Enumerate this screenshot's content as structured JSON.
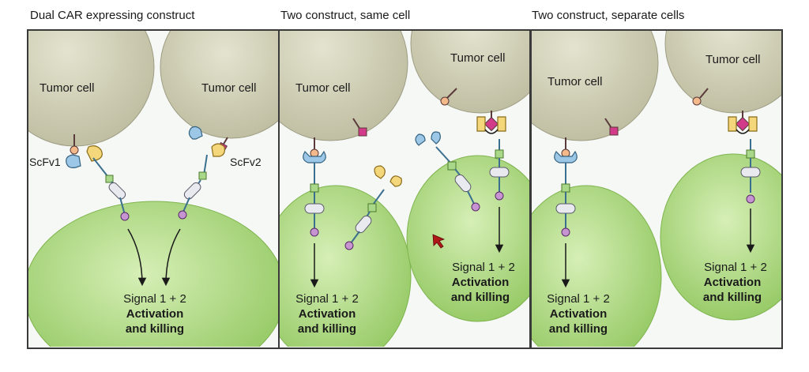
{
  "panels": [
    {
      "title": "Dual CAR expressing construct",
      "tumor_labels": [
        "Tumor cell",
        "Tumor cell"
      ],
      "scfv_labels": [
        "ScFv1",
        "ScFv2"
      ],
      "signal_text": "Signal 1 + 2",
      "activation_text": "Activation",
      "killing_text": "and killing"
    },
    {
      "title": "Two construct, same cell",
      "tumor_labels": [
        "Tumor cell",
        "Tumor cell"
      ],
      "signal_text_a": "Signal 1 + 2",
      "activation_text_a": "Activation",
      "killing_text_a": "and killing",
      "signal_text_b": "Signal 1 + 2",
      "activation_text_b": "Activation",
      "killing_text_b": "and killing"
    },
    {
      "title": "Two construct, separate cells",
      "tumor_labels": [
        "Tumor cell",
        "Tumor cell"
      ],
      "signal_text_a": "Signal 1 + 2",
      "activation_text_a": "Activation",
      "killing_text_a": "and killing",
      "signal_text_b": "Signal 1 + 2",
      "activation_text_b": "Activation",
      "killing_text_b": "and killing"
    }
  ],
  "colors": {
    "tumor": "#d6d5bd",
    "tcell": "#b9de8a",
    "antigen_orange": "#f3b98a",
    "antigen_magenta": "#d23a8a",
    "scfv_blue": "#9cc7e6",
    "scfv_yellow": "#f4d77a",
    "hinge_green": "#a9d88b",
    "costim_gray": "#e9eaf0",
    "cd3_purple": "#c694d1",
    "cursor_red": "#b01818"
  }
}
